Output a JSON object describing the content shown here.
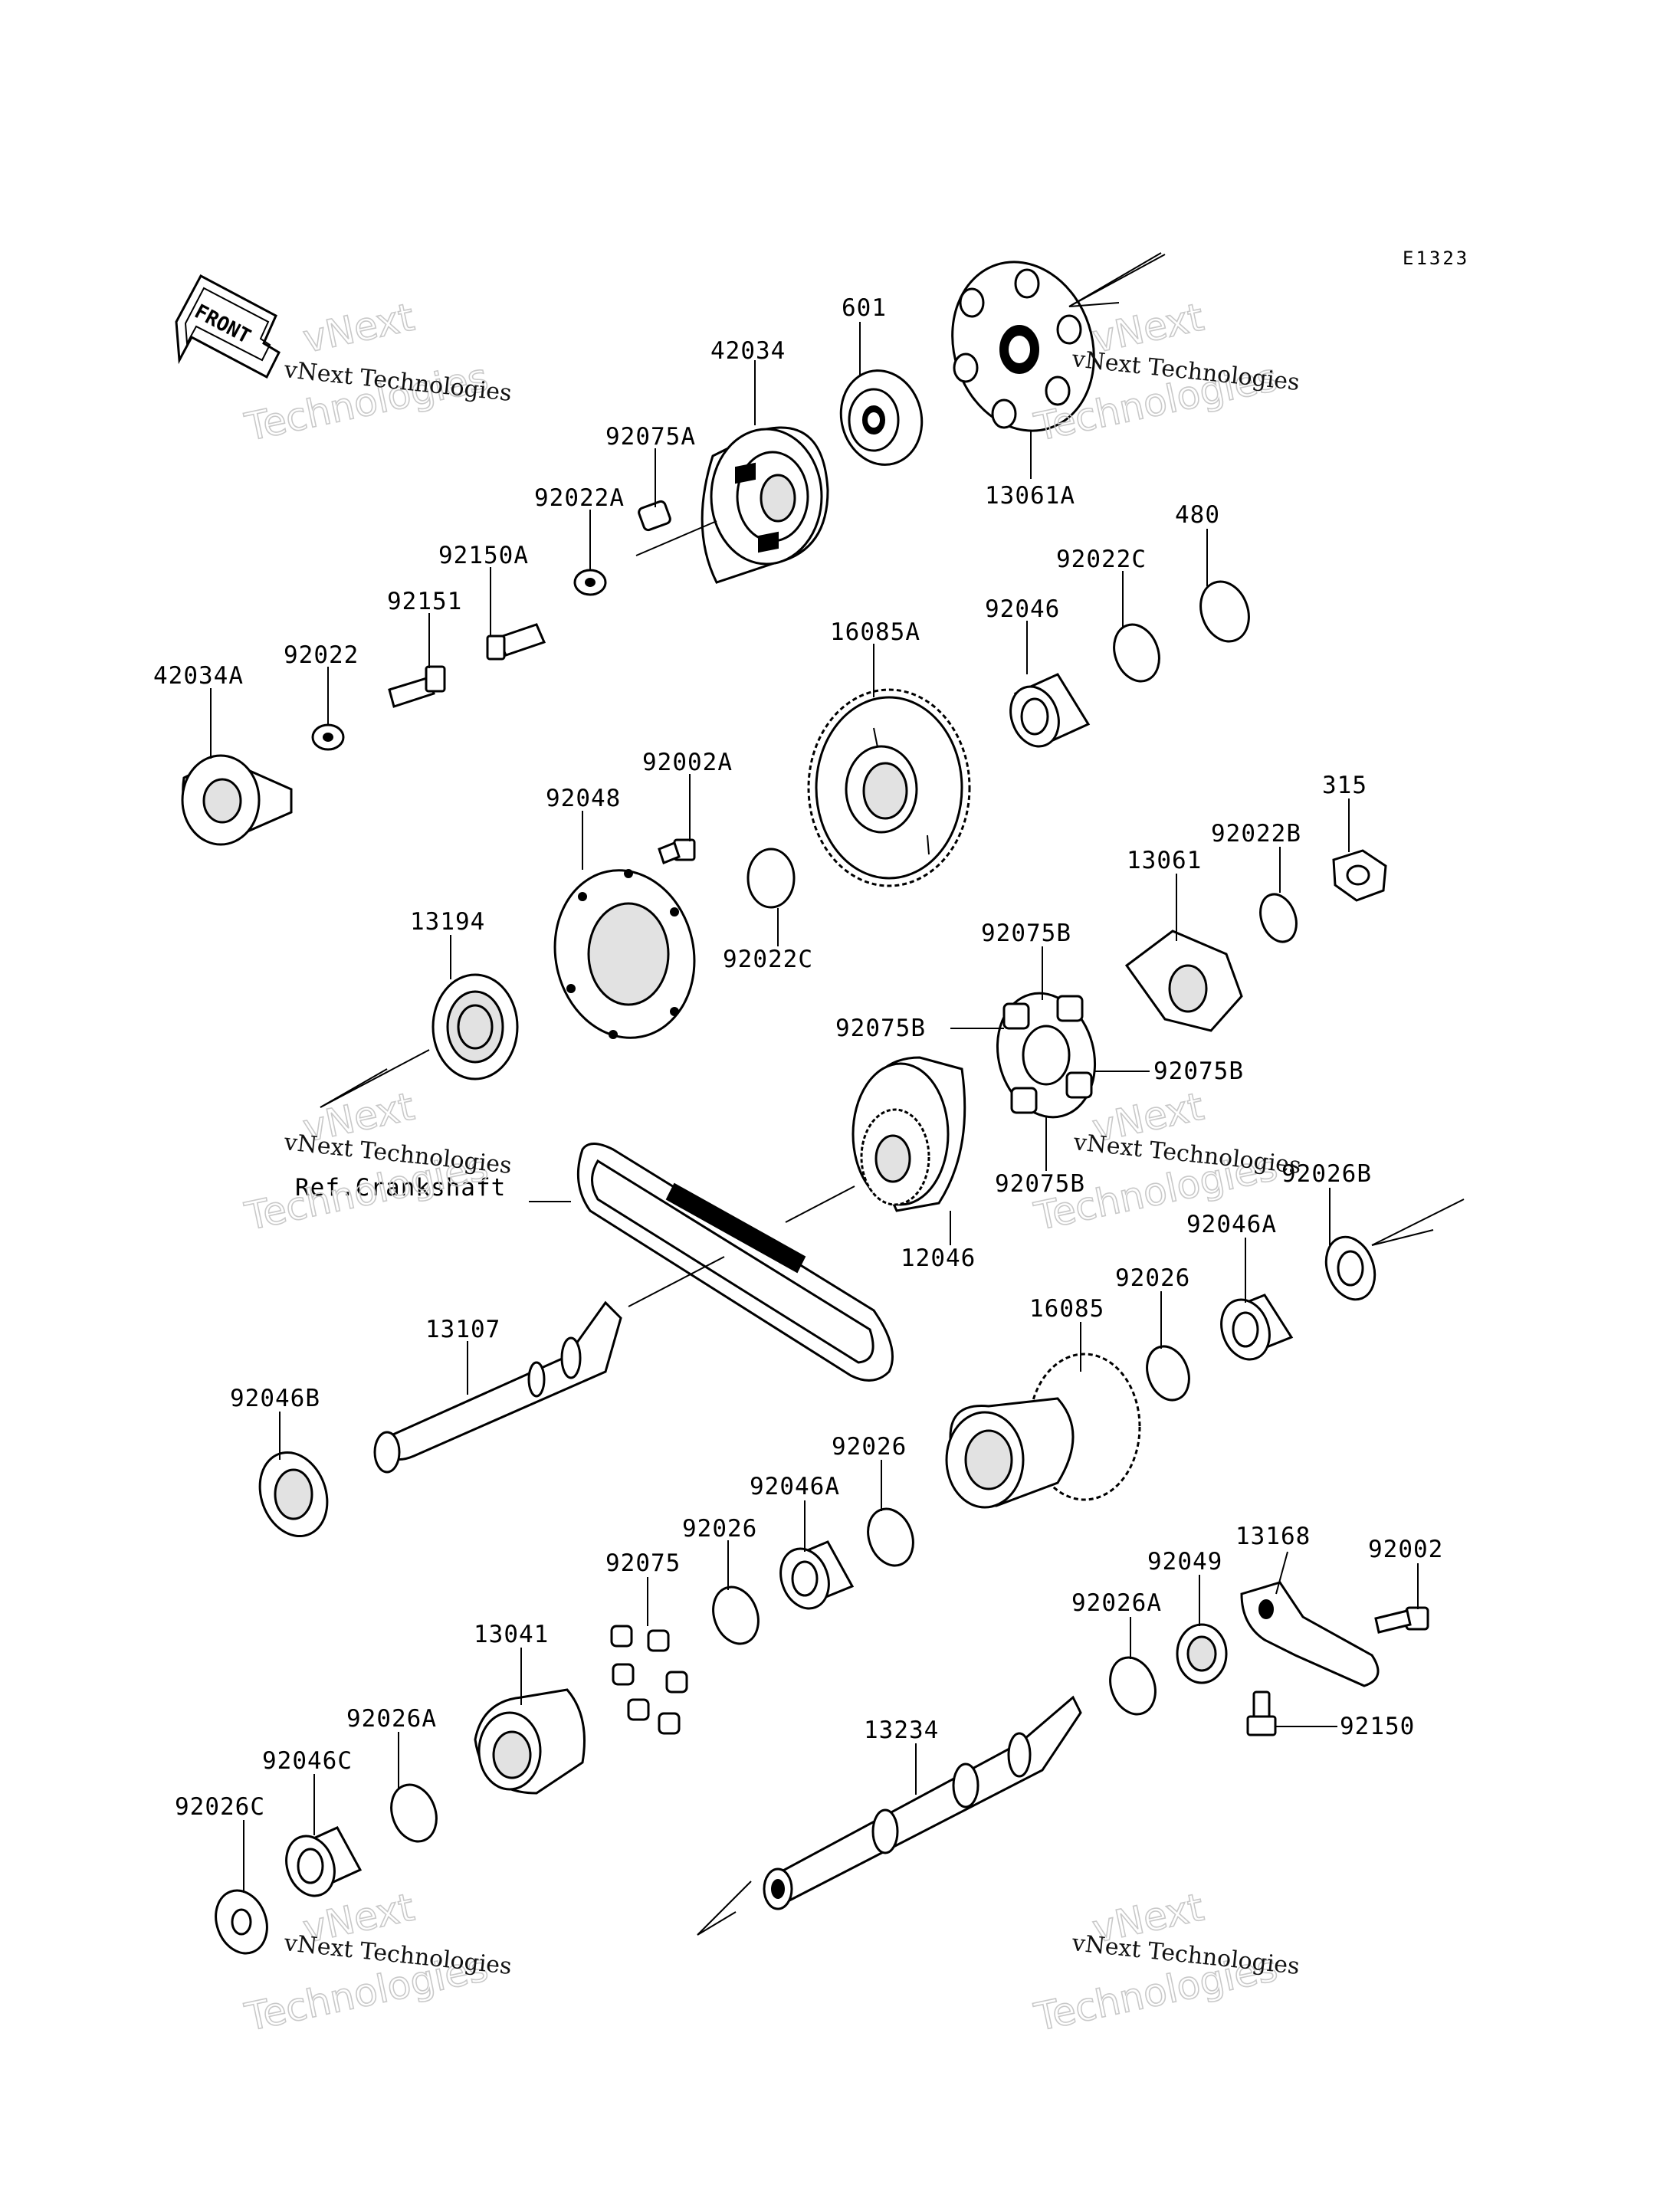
{
  "diagram": {
    "code": "E1323",
    "front_label": "FRONT",
    "reference_note": "Ref.Crankshaft",
    "watermark": {
      "company": "vNext Technologies",
      "brand_top": "vNext",
      "brand_bottom": "Technologies"
    },
    "parts": [
      "42034",
      "601",
      "13061A",
      "92075A",
      "92022A",
      "92150A",
      "92151",
      "92022",
      "42034A",
      "480",
      "92022C",
      "92046",
      "16085A",
      "92002A",
      "92048",
      "13194",
      "92022C",
      "315",
      "92022B",
      "13061",
      "92075B",
      "92075B",
      "92075B",
      "92075B",
      "12046",
      "92026B",
      "92046A",
      "92026",
      "16085",
      "13107",
      "92046B",
      "92026",
      "92046A",
      "92026",
      "92075",
      "13041",
      "92026A",
      "92046C",
      "92026C",
      "13168",
      "92002",
      "92049",
      "92026A",
      "92150",
      "13234"
    ]
  }
}
